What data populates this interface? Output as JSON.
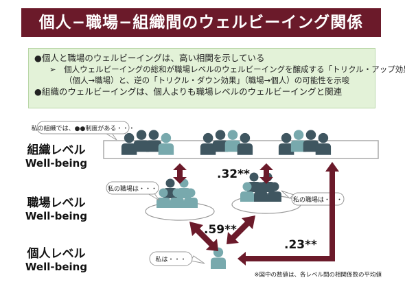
{
  "title": "個人−職場−組織間のウェルビーイング関係",
  "summary": {
    "bullet1": "●個人と職場のウェルビーイングは、高い相関を示している",
    "sub_line1": "➢　個人ウェルビーイングの総和が職場レベルのウェルビーイングを醸成する「トリクル・アップ効果」",
    "sub_line2": "（個人→職場）と、逆の「トリクル・ダウン効果」（職場→個人）の可能性を示唆",
    "bullet2": "●組織のウェルビーイングは、個人よりも職場レベルのウェルビーイングと関連"
  },
  "levels": {
    "org": {
      "jp": "組織レベル",
      "en": "Well-being"
    },
    "workplace": {
      "jp": "職場レベル",
      "en": "Well-being"
    },
    "individual": {
      "jp": "個人レベル",
      "en": "Well-being"
    }
  },
  "bubbles": {
    "org": "私の組織では、●●制度がある・・・",
    "workplace_left": "私の職場は・・・",
    "workplace_right": "私の職場は・・・",
    "individual": "私は・・・"
  },
  "coefficients": {
    "org_workplace": ".32**",
    "workplace_individual": ".59**",
    "org_individual": ".23**"
  },
  "note": "※図中の数値は、各レベル間の相関係数の平均値",
  "colors": {
    "title_bg": "#6b1a2a",
    "arrow": "#6b1a2a",
    "dark_person": "#3f5660",
    "light_person": "#78a9ad",
    "summary_bg": "#e3f2d8"
  }
}
